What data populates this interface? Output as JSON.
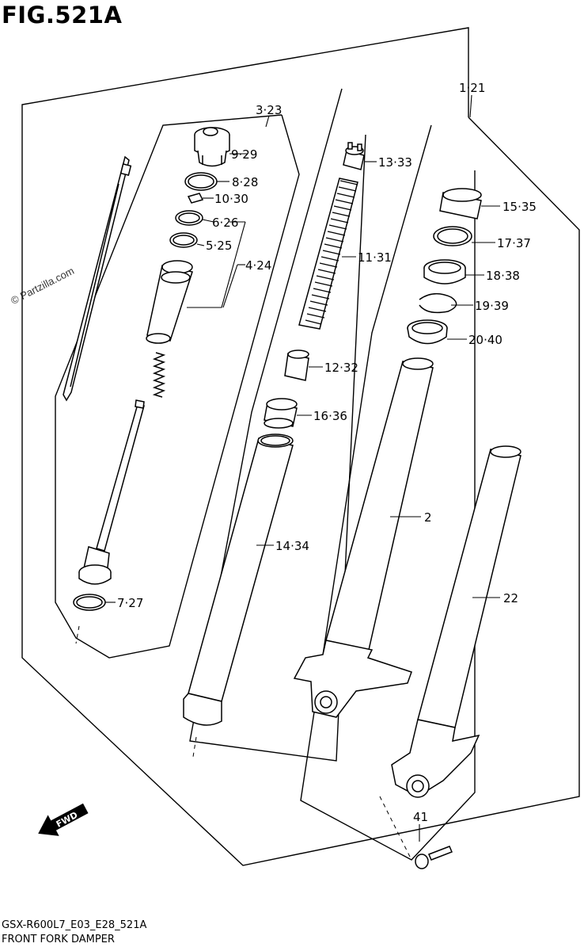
{
  "header": {
    "figure_title": "FIG.521A"
  },
  "watermark": "© Partzilla.com",
  "footer": {
    "model_code": "GSX-R600L7_E03_E28_521A",
    "caption": "FRONT FORK DAMPER"
  },
  "fwd_arrow": "FWD",
  "callouts": {
    "c1_21": "1·21",
    "c2": "2",
    "c3_23": "3·23",
    "c4_24": "4·24",
    "c5_25": "5·25",
    "c6_26": "6·26",
    "c7_27": "7·27",
    "c8_28": "8·28",
    "c9_29": "9·29",
    "c10_30": "10·30",
    "c11_31": "11·31",
    "c12_32": "12·32",
    "c13_33": "13·33",
    "c14_34": "14·34",
    "c15_35": "15·35",
    "c16_36": "16·36",
    "c17_37": "17·37",
    "c18_38": "18·38",
    "c19_39": "19·39",
    "c20_40": "20·40",
    "c22": "22",
    "c41": "41"
  }
}
